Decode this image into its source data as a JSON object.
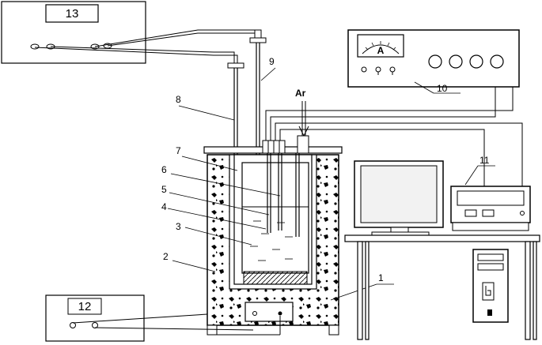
{
  "labels": {
    "n1": "1",
    "n2": "2",
    "n3": "3",
    "n4": "4",
    "n5": "5",
    "n6": "6",
    "n7": "7",
    "n8": "8",
    "n9": "9",
    "n10": "10",
    "n11": "11",
    "n12": "12",
    "n13": "13",
    "gas": "Ar",
    "meter": "A"
  },
  "colors": {
    "ink": "#000000",
    "paper": "#ffffff",
    "screen": "#f2f2f2"
  }
}
